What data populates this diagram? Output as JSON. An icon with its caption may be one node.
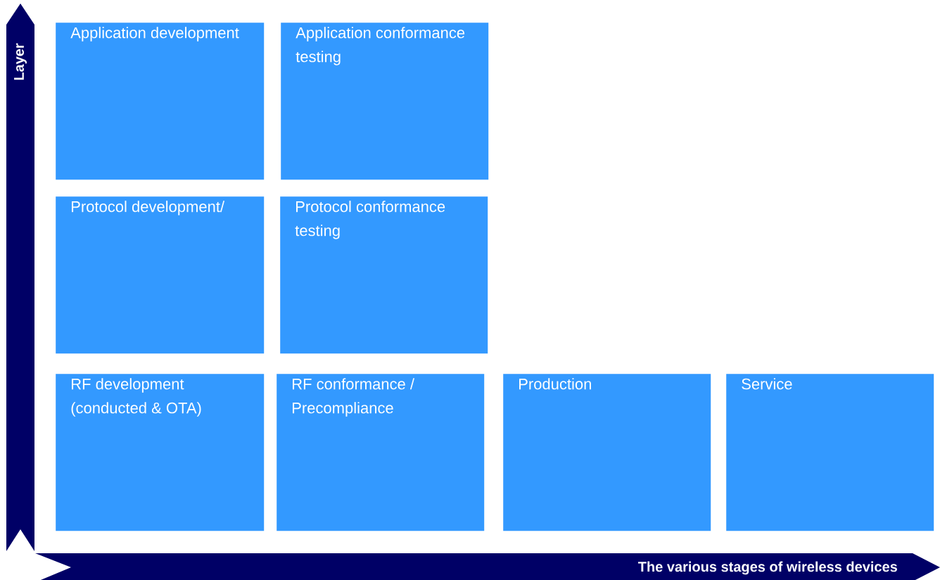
{
  "diagram": {
    "nodes": [
      {
        "text": [
          "Application development"
        ]
      },
      {
        "text": [
          "Application conformance testing"
        ]
      },
      {
        "text": [
          "Protocol development/"
        ]
      },
      {
        "text": [
          "Protocol conformance testing"
        ]
      },
      {
        "text": [
          "RF development (conducted & OTA)"
        ]
      },
      {
        "text": [
          "RF conformance / Precompliance"
        ]
      },
      {
        "text": [
          "Production"
        ]
      },
      {
        "text": [
          "Service"
        ]
      }
    ],
    "labels": [
      "Layer",
      "The various stages of wireless devices"
    ]
  }
}
